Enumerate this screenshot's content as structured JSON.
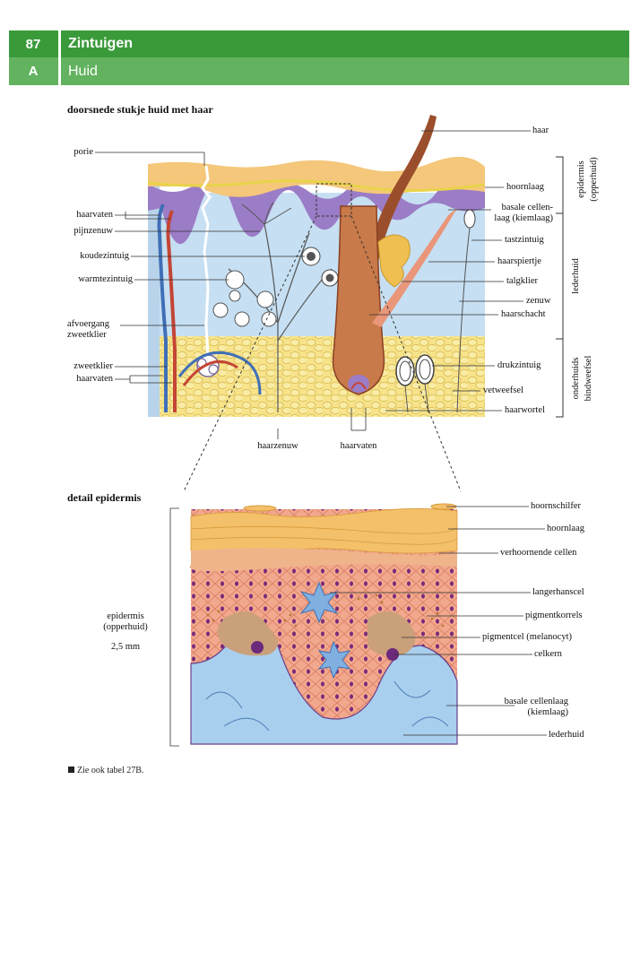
{
  "header": {
    "chapter_number": "87",
    "chapter_title": "Zintuigen",
    "section_letter": "A",
    "section_title": "Huid"
  },
  "figure_top": {
    "title": "doorsnede stukje huid met haar",
    "labels_left": {
      "porie": "porie",
      "haarvaten1": "haarvaten",
      "pijnzenuw": "pijnzenuw",
      "koudezintuig": "koudezintuig",
      "warmtezintuig": "warmtezintuig",
      "afvoergang1": "afvoergang",
      "afvoergang2": "zweetklier",
      "zweetklier": "zweetklier",
      "haarvaten2": "haarvaten"
    },
    "labels_right": {
      "haar": "haar",
      "hoornlaag": "hoornlaag",
      "basale1": "basale cellen-",
      "basale2": "laag (kiemlaag)",
      "tastzintuig": "tastzintuig",
      "haarspiertje": "haarspiertje",
      "talgklier": "talgklier",
      "zenuw": "zenuw",
      "haarschacht": "haarschacht",
      "drukzintuig": "drukzintuig",
      "vetweefsel": "vetweefsel",
      "haarwortel": "haarwortel"
    },
    "labels_bottom": {
      "haarzenuw": "haarzenuw",
      "haarvaten": "haarvaten"
    },
    "brackets": {
      "epidermis1": "epidermis",
      "epidermis2": "(opperhuid)",
      "lederhuid": "lederhuid",
      "onderhuids1": "onderhuids",
      "onderhuids2": "bindweefsel"
    }
  },
  "figure_bottom": {
    "title": "detail epidermis",
    "left_label1": "epidermis",
    "left_label2": "(opperhuid)",
    "thickness": "2,5 mm",
    "labels_right": {
      "hoornschilfer": "hoornschilfer",
      "hoornlaag": "hoornlaag",
      "verhoornende": "verhoornende cellen",
      "langerhanscel": "langerhanscel",
      "pigmentkorrels": "pigmentkorrels",
      "pigmentcel": "pigmentcel (melanocyt)",
      "celkern": "celkern",
      "basale1": "basale cellenlaag",
      "basale2": "(kiemlaag)",
      "lederhuid": "lederhuid"
    }
  },
  "footnote": "Zie ook tabel 27B."
}
